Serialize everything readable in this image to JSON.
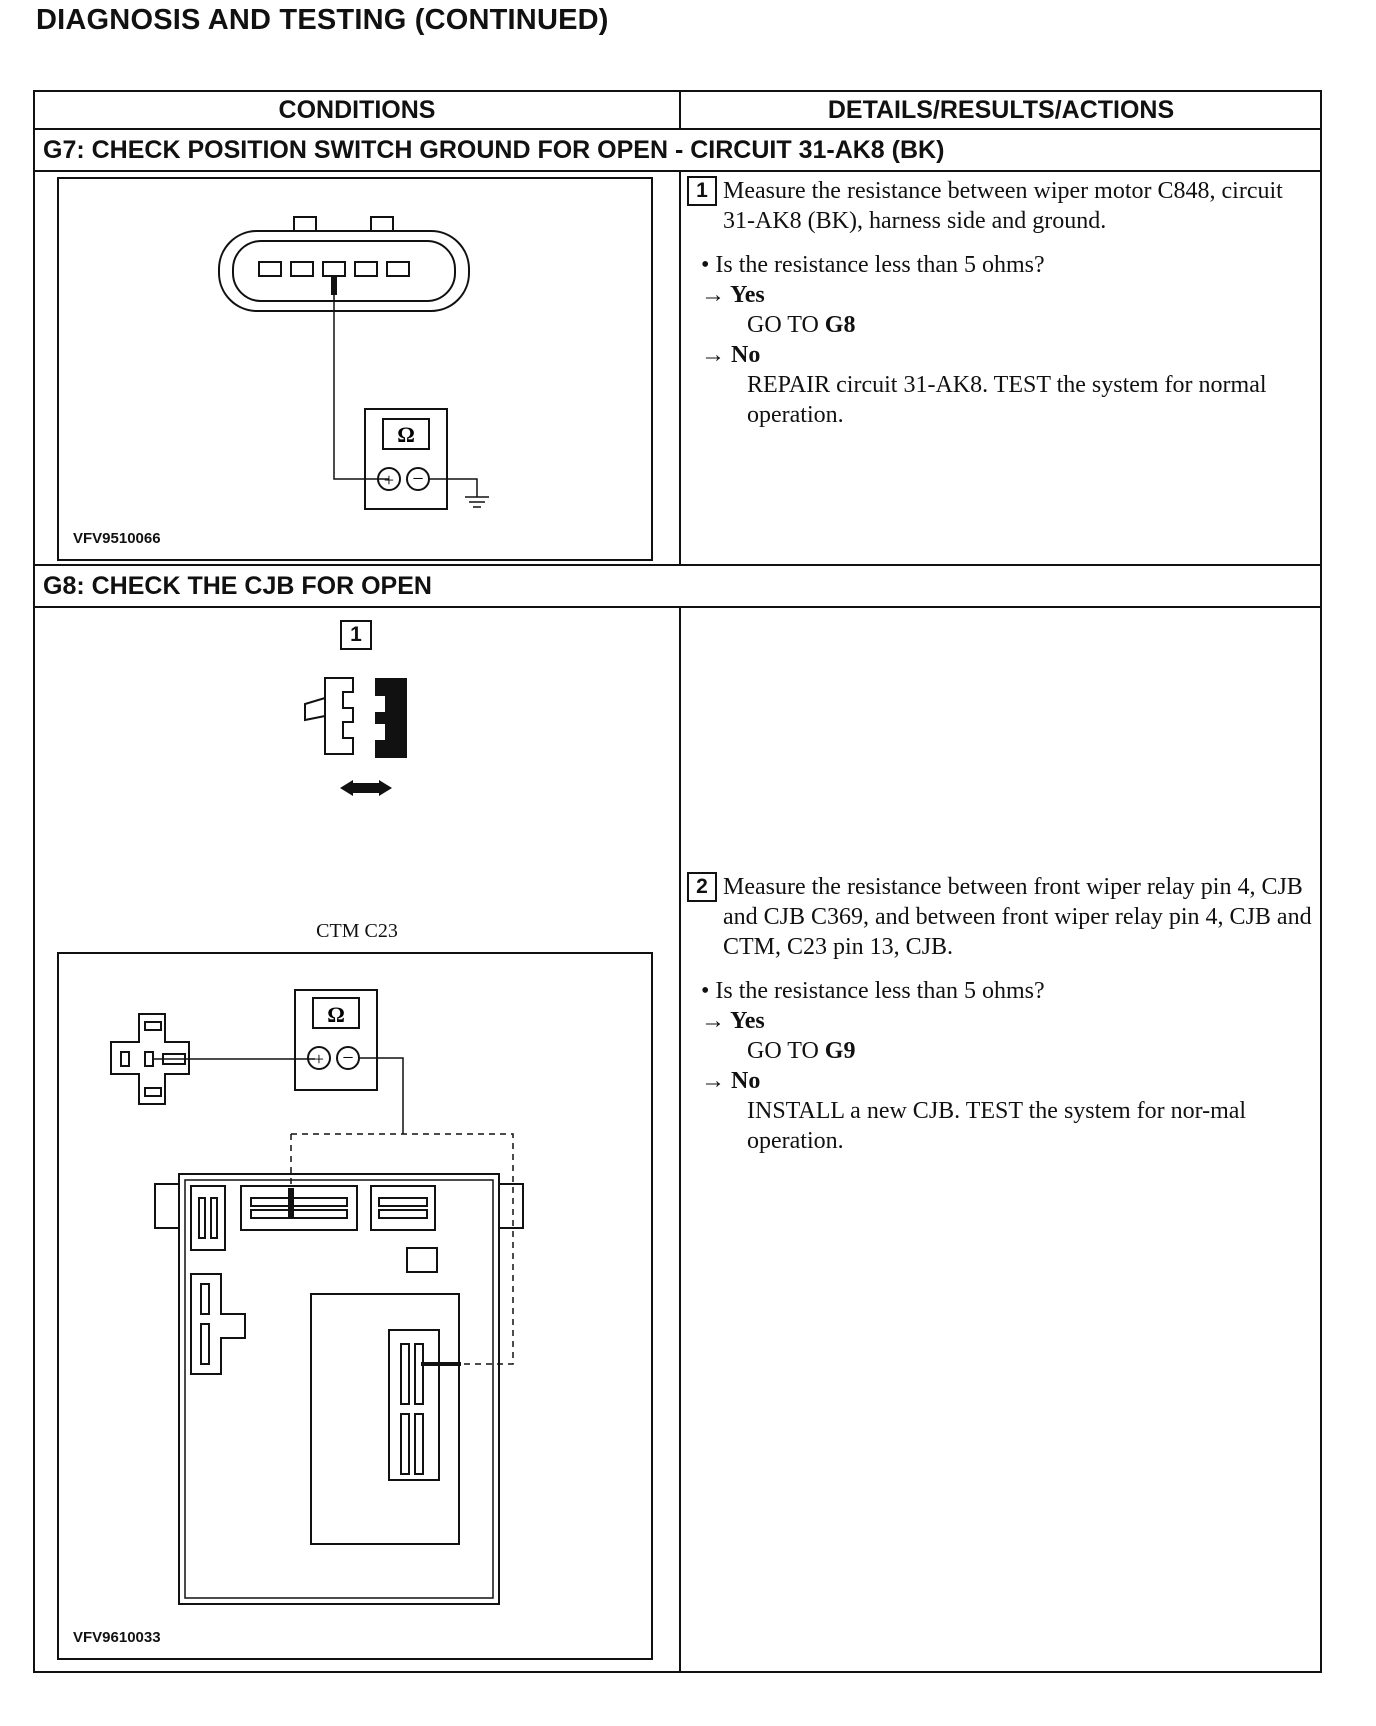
{
  "page_title": "DIAGNOSIS AND TESTING (CONTINUED)",
  "columns": {
    "conditions": "CONDITIONS",
    "details": "DETAILS/RESULTS/ACTIONS"
  },
  "g7": {
    "heading": "G7: CHECK POSITION SWITCH GROUND FOR OPEN - CIRCUIT 31-AK8 (BK)",
    "figure_id": "VFV9510066",
    "step_number": "1",
    "instruction": "Measure the resistance between wiper motor C848, circuit 31-AK8 (BK), harness side and ground.",
    "question": "• Is the resistance less than 5 ohms?",
    "yes_label": "→ Yes",
    "yes_action_prefix": "GO TO ",
    "yes_action_target": "G8",
    "no_label": "→ No",
    "no_action": "REPAIR circuit 31-AK8. TEST the system for normal operation.",
    "meter_symbol": "Ω"
  },
  "g8": {
    "heading": "G8: CHECK THE CJB FOR OPEN",
    "figure_step": "1",
    "connector_label": "CTM C23",
    "figure_id": "VFV9610033",
    "step_number": "2",
    "instruction": "Measure the resistance between front wiper relay pin 4, CJB and CJB C369, and between front wiper relay pin 4, CJB and CTM, C23 pin 13, CJB.",
    "question": "• Is the resistance less than 5 ohms?",
    "yes_label": "→ Yes",
    "yes_action_prefix": "GO TO ",
    "yes_action_target": "G9",
    "no_label": "→ No",
    "no_action": "INSTALL a new CJB. TEST the system for nor-mal operation.",
    "meter_symbol": "Ω"
  }
}
